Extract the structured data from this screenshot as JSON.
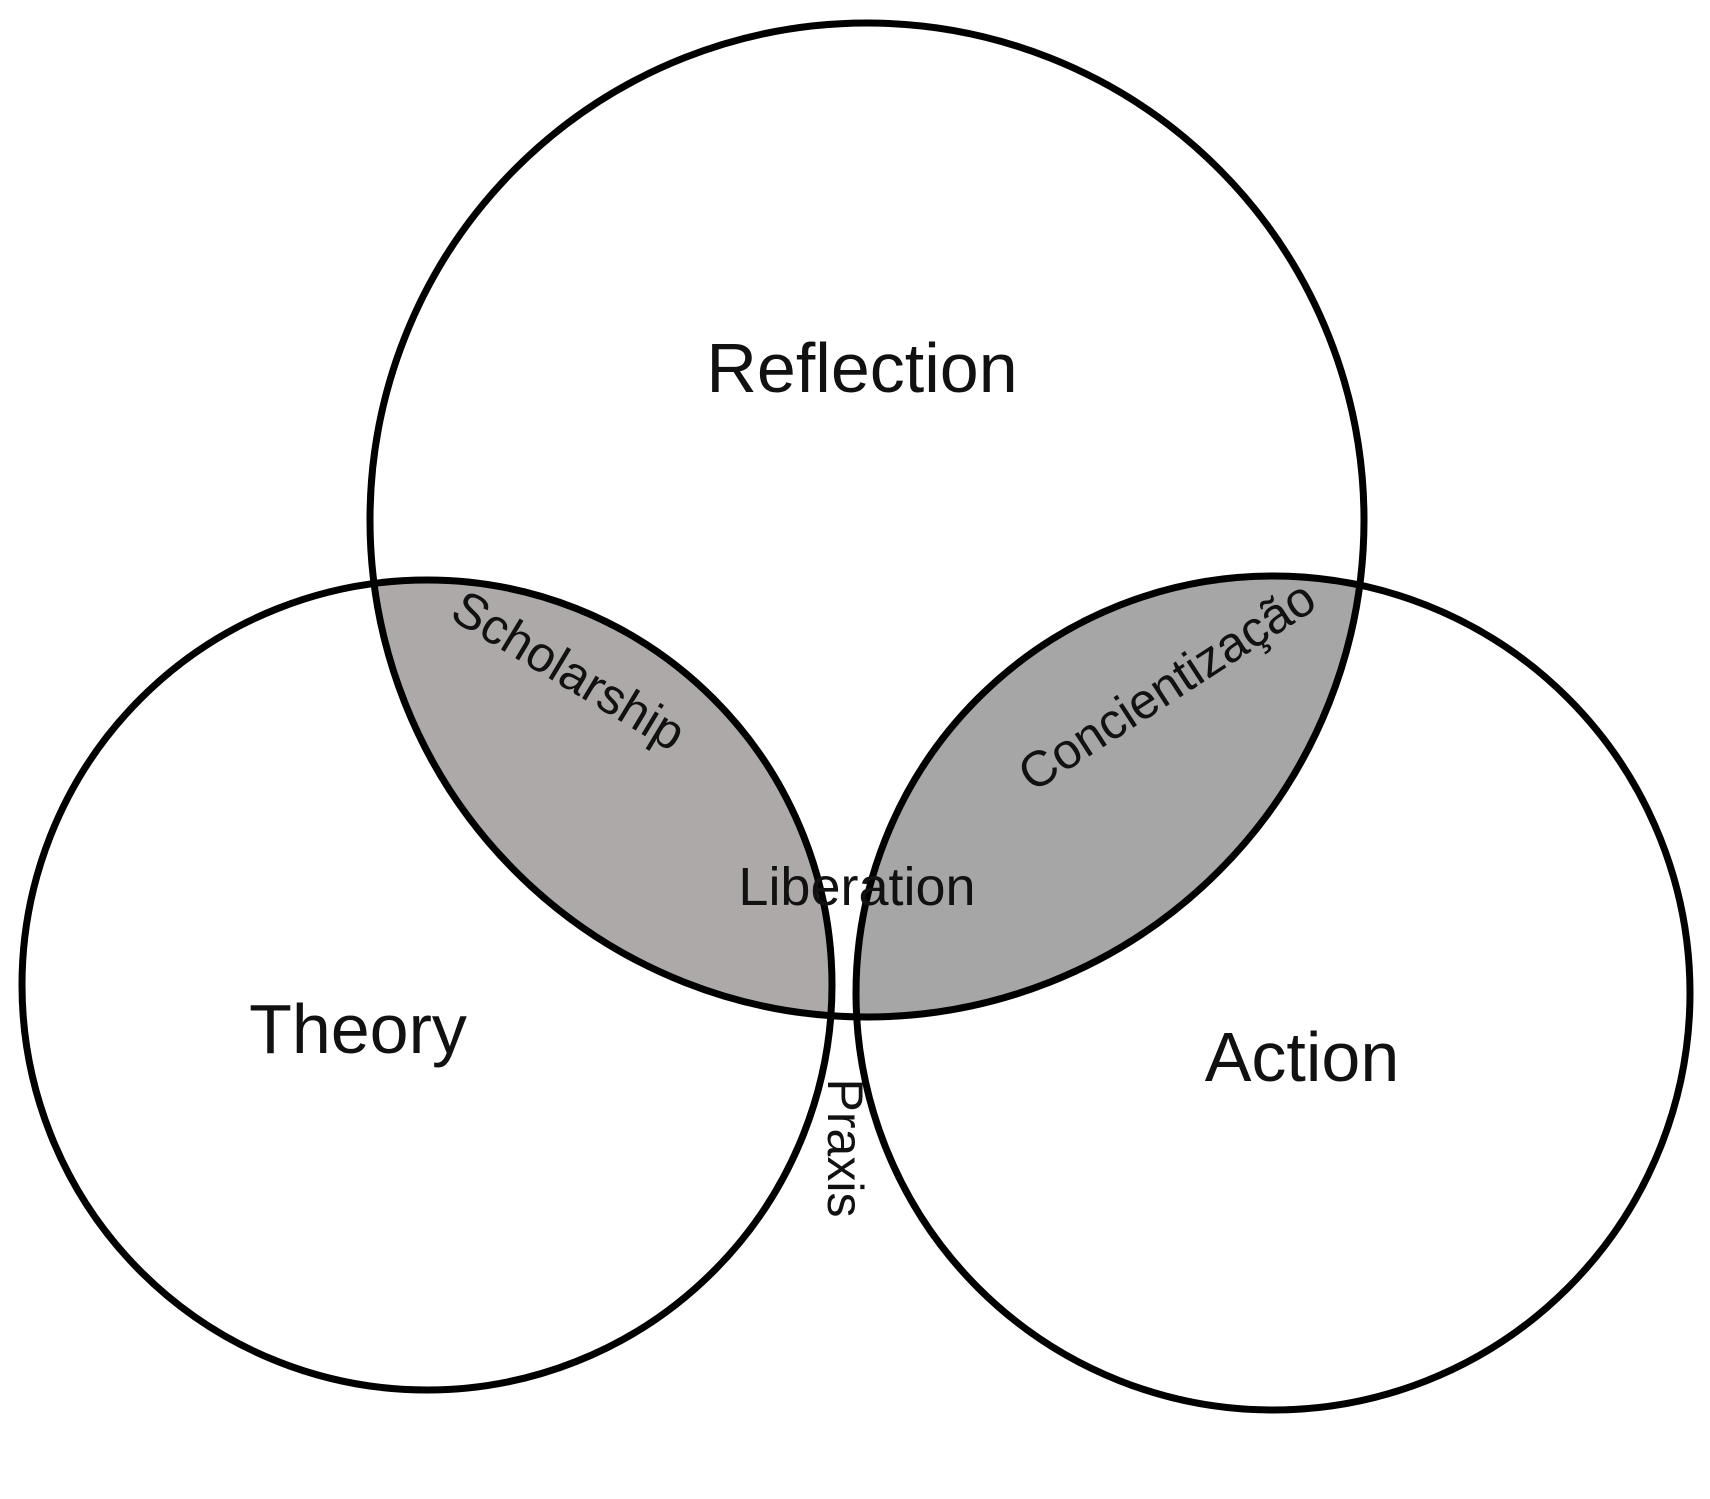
{
  "diagram": {
    "type": "venn-3",
    "sets": {
      "reflection": "Reflection",
      "theory": "Theory",
      "action": "Action"
    },
    "overlaps": {
      "reflection_theory": "Scholarship",
      "reflection_action": "Concientização",
      "theory_action": "Praxis",
      "all_three": "Liberation"
    },
    "colors": {
      "outline": "#000000",
      "background": "#ffffff",
      "scholarship_fill": "#ada9a9",
      "concientizacao_fill": "#a6a6a6",
      "praxis_fill": "#a6a6a6",
      "liberation_fill": "#e8e8e8"
    }
  }
}
